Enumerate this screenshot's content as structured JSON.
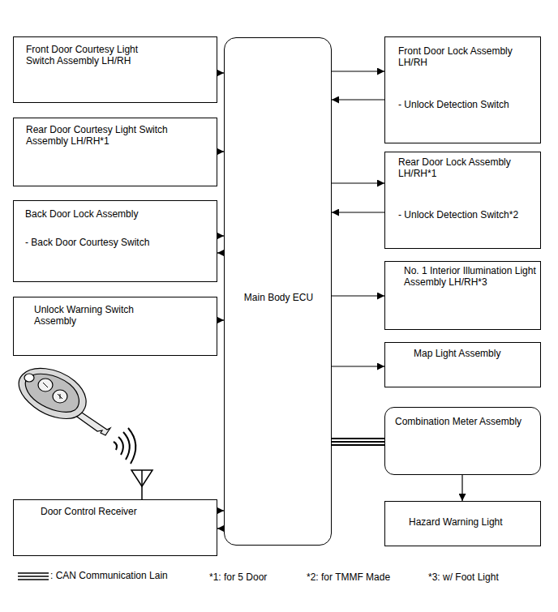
{
  "diagram": {
    "nodes": [
      {
        "text": [
          "Front Door Courtesy Light Switch Assembly LH/RH"
        ]
      },
      {
        "text": [
          "Rear Door Courtesy Light Switch Assembly LH/RH*1"
        ]
      },
      {
        "text": [
          "Back Door Lock Assembly",
          "- Back Door Courtesy Switch"
        ]
      },
      {
        "text": [
          "Unlock Warning Switch Assembly"
        ]
      },
      {
        "text": [
          "Door Control Receiver"
        ]
      },
      {
        "text": [
          "Main Body ECU"
        ]
      },
      {
        "text": [
          "Front Door Lock Assembly LH/RH",
          "- Unlock Detection Switch"
        ]
      },
      {
        "text": [
          "Rear Door Lock Assembly LH/RH*1",
          "- Unlock Detection Switch*2"
        ]
      },
      {
        "text": [
          "No. 1 Interior Illumination Light Assembly LH/RH*3"
        ]
      },
      {
        "text": [
          "Map Light Assembly"
        ]
      },
      {
        "text": [
          "Combination Meter Assembly"
        ]
      },
      {
        "text": [
          "Hazard Warning Light"
        ]
      }
    ],
    "edges": [
      {
        "from": 0,
        "to": 5,
        "arrow": "to"
      },
      {
        "from": 1,
        "to": 5,
        "arrow": "to"
      },
      {
        "from": 2,
        "to": 5,
        "arrow": "to"
      },
      {
        "from": 5,
        "to": 2,
        "arrow": "to"
      },
      {
        "from": 3,
        "to": 5,
        "arrow": "to"
      },
      {
        "from": 4,
        "to": 5,
        "arrow": "to"
      },
      {
        "from": 5,
        "to": 4,
        "arrow": "to"
      },
      {
        "from": 5,
        "to": 6,
        "arrow": "to"
      },
      {
        "from": 6,
        "to": 5,
        "arrow": "to"
      },
      {
        "from": 5,
        "to": 7,
        "arrow": "to"
      },
      {
        "from": 7,
        "to": 5,
        "arrow": "to"
      },
      {
        "from": 5,
        "to": 8,
        "arrow": "to"
      },
      {
        "from": 5,
        "to": 9,
        "arrow": "to"
      },
      {
        "from": 5,
        "to": 10,
        "arrow": "none"
      },
      {
        "from": 10,
        "to": 11,
        "arrow": "to"
      }
    ],
    "labels": [
      "*1: for 5 Door",
      "*2: for TMMF Made",
      "*3: w/ Foot Light"
    ],
    "legend": [
      {
        "text": ": CAN Communication Lain"
      }
    ]
  }
}
